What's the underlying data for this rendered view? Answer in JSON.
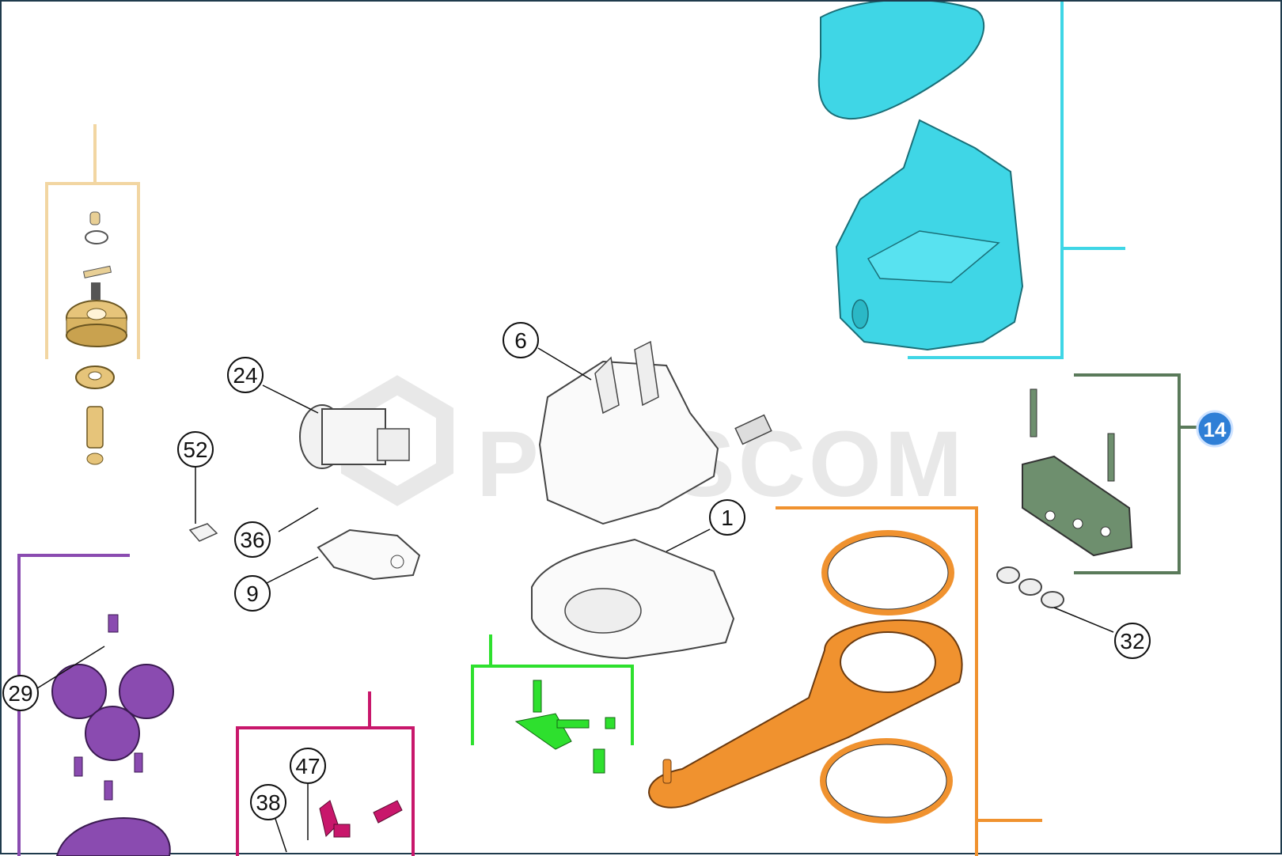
{
  "watermark": {
    "text": "PLUSCOM"
  },
  "callouts": [
    {
      "id": "c6",
      "label": "6"
    },
    {
      "id": "c24",
      "label": "24"
    },
    {
      "id": "c52",
      "label": "52"
    },
    {
      "id": "c36",
      "label": "36"
    },
    {
      "id": "c9",
      "label": "9"
    },
    {
      "id": "c1",
      "label": "1"
    },
    {
      "id": "c29",
      "label": "29"
    },
    {
      "id": "c47",
      "label": "47"
    },
    {
      "id": "c38",
      "label": "38"
    },
    {
      "id": "c32",
      "label": "32"
    }
  ],
  "badge": {
    "label": "14",
    "color": "#2f7fd6"
  },
  "group_colors": {
    "tan": "#f2d6a2",
    "cyan": "#3fd6e6",
    "dark_green": "#5a7a5a",
    "orange": "#f0922f",
    "purple": "#8a4bb0",
    "magenta": "#c8176b",
    "green": "#2ee02e"
  }
}
